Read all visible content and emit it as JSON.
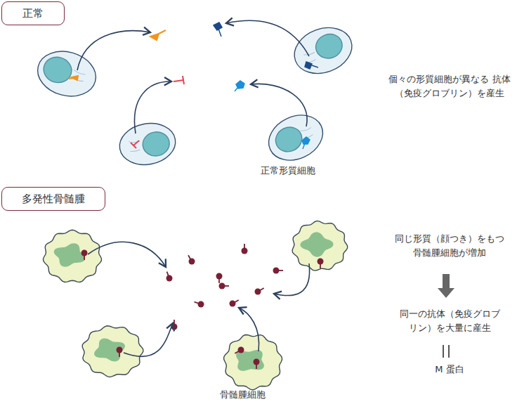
{
  "diagram": {
    "nodes": [
      {
        "text": [
          "正常"
        ]
      },
      {
        "text": [
          "多発性骨髄腫"
        ]
      }
    ],
    "labels": [
      "個々の形質細胞が異なる 抗体（免疫グロブリン）を産生",
      "正常形質細胞",
      "同じ形質（顔つき）をもつ 骨髄腫細胞が増加",
      "同一の抗体（免疫グロブリン）を大量に産生",
      "M 蛋白",
      "骨髄腫細胞"
    ]
  }
}
